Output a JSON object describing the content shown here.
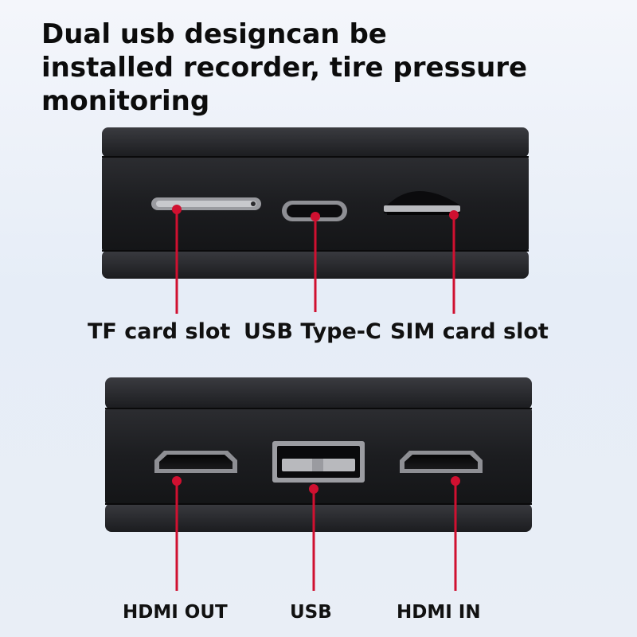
{
  "heading": {
    "line1": "Dual usb designcan be",
    "line2": "installed recorder, tire pressure",
    "line3": "monitoring"
  },
  "top_panel": {
    "labels": [
      "TF card slot",
      "USB Type-C",
      "SIM card slot"
    ]
  },
  "bottom_panel": {
    "labels": [
      "HDMI OUT",
      "USB",
      "HDMI IN"
    ]
  },
  "colors": {
    "device_body": "#1f2023",
    "callout": "#d01030",
    "heading_text": "#0c0c0c"
  }
}
